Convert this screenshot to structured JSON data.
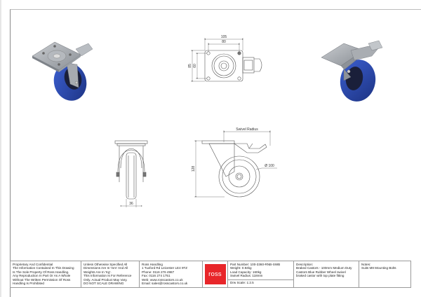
{
  "drawing": {
    "views": {
      "top_view": {
        "dimensions": {
          "overall_width": "105",
          "hole_spacing_width": "80",
          "overall_depth": "85",
          "hole_spacing_depth": "60"
        }
      },
      "side_view": {
        "dimensions": {
          "swivel_radius_label": "Swivel Radius",
          "height": "128",
          "wheel_diameter": "Ø 100"
        }
      },
      "front_view": {
        "dimensions": {
          "wheel_width": "36"
        }
      },
      "iso_views": [
        {
          "label": "isometric-left",
          "wheel_color": "#2747a8",
          "plate_color": "#9aa0a6"
        },
        {
          "label": "isometric-right",
          "wheel_color": "#2747a8",
          "plate_color": "#9aa0a6"
        }
      ]
    }
  },
  "title_block": {
    "confidential": [
      "Proprietary And Confidential",
      "The Information Contained In This Drawing",
      "Is The Sole Property Of Ross Handling.",
      "Any Reproduction In Part Or As A Whole",
      "Without The Written Permission Of Ross",
      "Handling Is Prohibited"
    ],
    "units_note": [
      "Unless Otherwise Specified All",
      "Dimensions Are In 'mm' And All",
      "Weights Are In 'Kg'.",
      "This Information Is For Reference",
      "Only. Actual Product May Vary.",
      "DO NOT SCALE DRAWING"
    ],
    "company": [
      "Ross Handling",
      "1 Tuxford Rd Leicester LE4 9TZ",
      "Phone: 0116 276 4987",
      "Fax: 0116 274 1751",
      "Web: www.rosscastors.co.uk",
      "Email: sales@rosscastors.co.uk"
    ],
    "logo": {
      "text": "ross",
      "color": "#e8262a"
    },
    "part": [
      "Part Number: 100-3360-RNB-SWB",
      "Weight: 0.94kg",
      "Load Capacity: 160kg",
      "Swivel Radius: 118mm"
    ],
    "scale": "Drw Scale: 1:2.5",
    "description": [
      "Description:",
      "Braked Castors - 100mm Medium Duty",
      "Castors Blue Rubber Wheel swivel",
      "braked castor with top plate fitting"
    ],
    "notes": [
      "Notes:",
      "Suits M8 Mounting Bolts"
    ]
  }
}
